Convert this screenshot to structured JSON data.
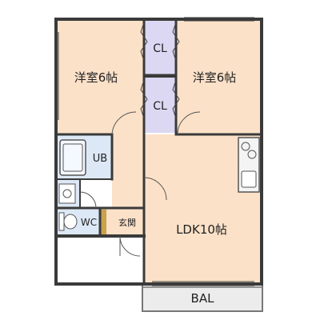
{
  "plan": {
    "rooms": {
      "western_left": {
        "label": "洋室6帖"
      },
      "western_right": {
        "label": "洋室6帖"
      },
      "closet_top": {
        "label": "CL"
      },
      "closet_bottom": {
        "label": "CL"
      },
      "bath": {
        "label": "UB"
      },
      "toilet": {
        "label": "WC"
      },
      "entrance": {
        "label": "玄関"
      },
      "ldk": {
        "label": "LDK10帖"
      },
      "balcony": {
        "label": "BAL"
      }
    },
    "colors": {
      "room": "#fbe1c8",
      "closet": "#dcd8f3",
      "wet": "#dde8f6",
      "balcony": "#ececec",
      "wall": "#3a3a3a",
      "entrance_floor": "#c9a24b"
    }
  }
}
